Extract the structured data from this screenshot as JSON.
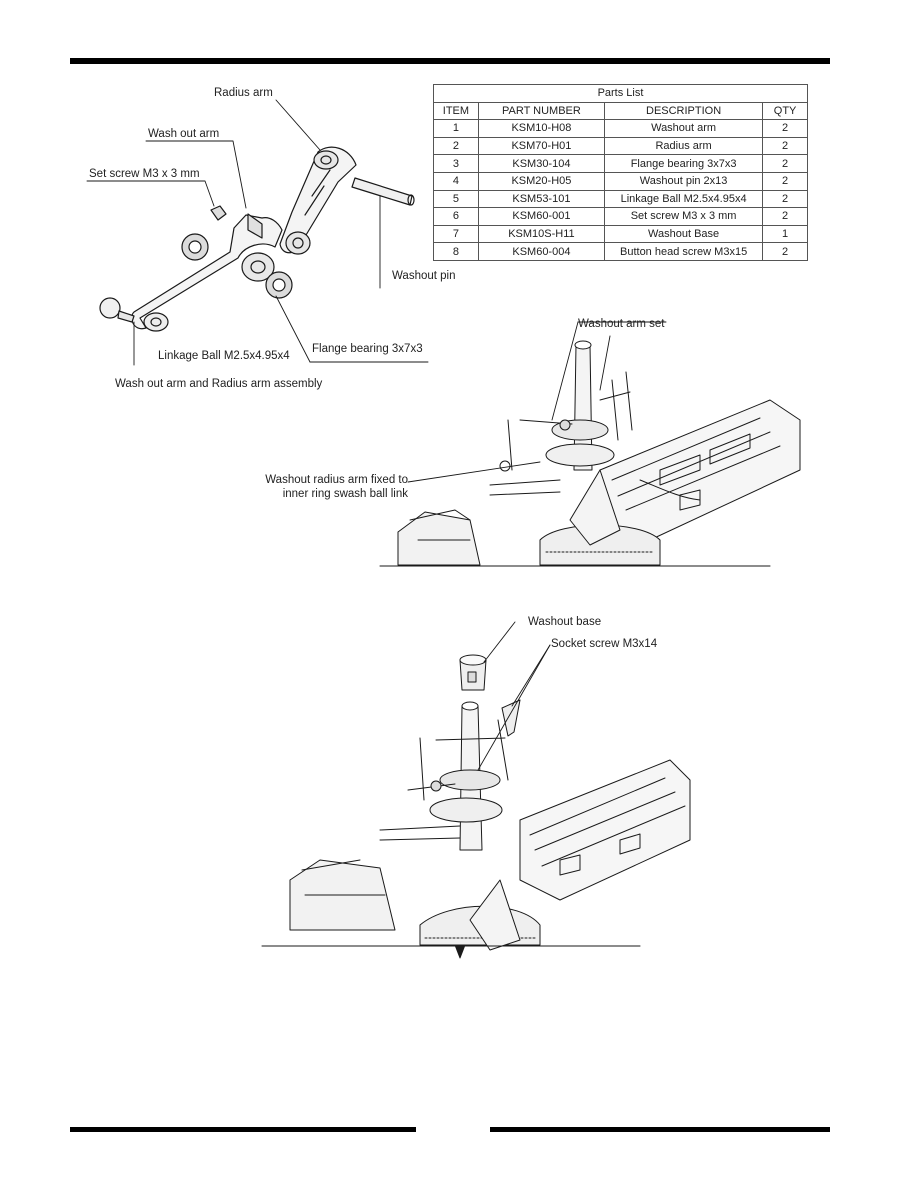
{
  "parts_list": {
    "title": "Parts List",
    "headers": [
      "ITEM",
      "PART NUMBER",
      "DESCRIPTION",
      "QTY"
    ],
    "rows": [
      [
        "1",
        "KSM10-H08",
        "Washout arm",
        "2"
      ],
      [
        "2",
        "KSM70-H01",
        "Radius arm",
        "2"
      ],
      [
        "3",
        "KSM30-104",
        "Flange  bearing 3x7x3",
        "2"
      ],
      [
        "4",
        "KSM20-H05",
        "Washout pin 2x13",
        "2"
      ],
      [
        "5",
        "KSM53-101",
        "Linkage Ball M2.5x4.95x4",
        "2"
      ],
      [
        "6",
        "KSM60-001",
        "Set screw M3 x 3 mm",
        "2"
      ],
      [
        "7",
        "KSM10S-H11",
        "Washout Base",
        "1"
      ],
      [
        "8",
        "KSM60-004",
        "Button head screw M3x15",
        "2"
      ]
    ]
  },
  "exploded": {
    "radius_arm": "Radius arm",
    "wash_out_arm": "Wash out arm",
    "set_screw": "Set screw M3 x 3 mm",
    "washout_pin": "Washout pin",
    "flange_bearing": "Flange bearing 3x7x3",
    "linkage_ball": "Linkage Ball M2.5x4.95x4",
    "caption": "Wash out  arm and Radius arm assembly"
  },
  "middle": {
    "washout_arm_set": "Washout arm set",
    "fixed_note": "Washout radius arm fixed to inner ring swash ball link"
  },
  "bottom": {
    "washout_base": "Washout base",
    "socket_screw": "Socket screw M3x14"
  }
}
